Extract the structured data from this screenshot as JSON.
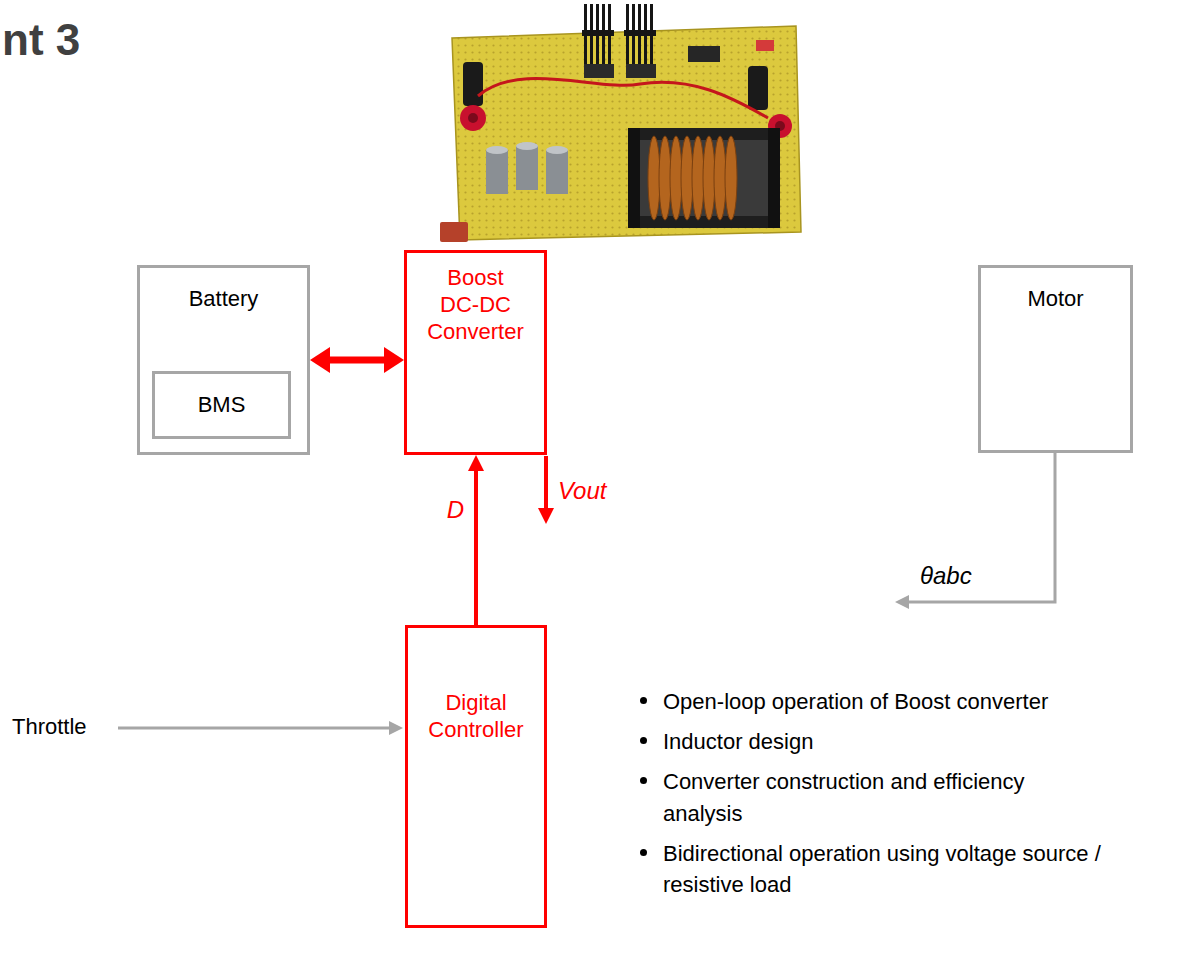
{
  "diagram": {
    "title": "nt 3",
    "nodes": [
      {
        "text": [
          "Battery"
        ]
      },
      {
        "text": [
          "BMS"
        ],
        "in": 0
      },
      {
        "text": [
          "Boost DC-DC Converter"
        ]
      },
      {
        "text": [
          "Motor"
        ]
      },
      {
        "text": [
          "Digital Controller"
        ]
      }
    ],
    "edges": [
      {
        "from": 0,
        "to": 2,
        "arrow": "both"
      },
      {
        "from": 4,
        "to": 2,
        "arrow": "to",
        "label": "D"
      }
    ],
    "labels": [
      "Vout",
      "θabc",
      "Throttle",
      "Open-loop operation of Boost converter",
      "Inductor design",
      "Converter construction and efficiency analysis",
      "Bidirectional operation using voltage source / resistive load"
    ]
  }
}
